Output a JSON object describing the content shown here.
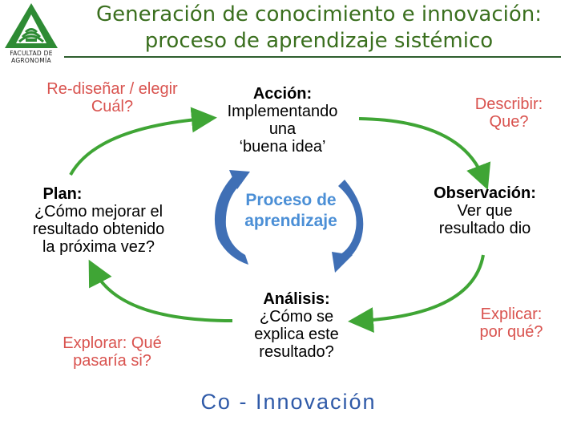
{
  "logo": {
    "text_line1": "FACULTAD DE",
    "text_line2": "AGRONOMÍA"
  },
  "title": {
    "line1": "Generación de conocimiento e innovación:",
    "line2": "proceso de aprendizaje sistémico"
  },
  "diagram": {
    "center": {
      "line1": "Proceso de",
      "line2": "aprendizaje"
    },
    "accion": {
      "heading": "Acción:",
      "line1": "Implementando",
      "line2": "una",
      "line3": "‘buena idea’"
    },
    "observacion": {
      "heading": "Observación:",
      "line1": "Ver que",
      "line2": "resultado dio"
    },
    "analisis": {
      "heading": "Análisis:",
      "line1": "¿Cómo se",
      "line2": "explica este",
      "line3": "resultado?"
    },
    "plan": {
      "heading": "Plan:",
      "line1": "¿Cómo mejorar el",
      "line2": "resultado obtenido",
      "line3": "la próxima vez?"
    },
    "rediseñar": {
      "line1": "Re-diseñar / elegir",
      "line2": "Cuál?"
    },
    "describir": {
      "line1": "Describir:",
      "line2": "Que?"
    },
    "explicar": {
      "line1": "Explicar:",
      "line2": "por qué?"
    },
    "explorar": {
      "line1": "Explorar: Qué",
      "line2": "pasaría si?"
    }
  },
  "footer": {
    "text": "Co - Innovación"
  },
  "colors": {
    "title": "#3a6f1e",
    "cycle_arrow": "#3fa535",
    "center_arrow": "#3f6fb5",
    "red_label": "#d9534f",
    "center_text": "#4b8fd6",
    "footer": "#2f5aa8",
    "logo_green": "#2e8b34"
  }
}
